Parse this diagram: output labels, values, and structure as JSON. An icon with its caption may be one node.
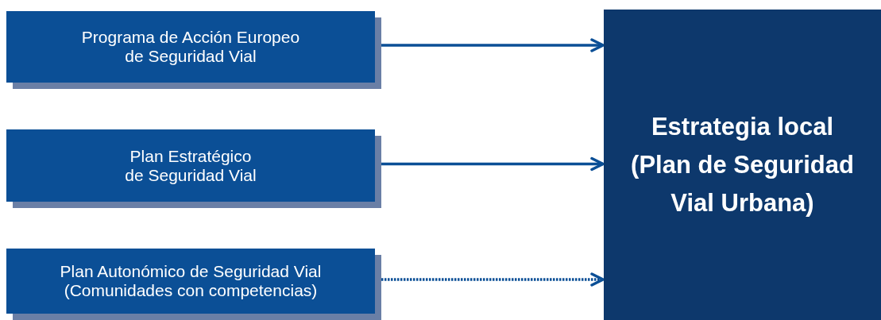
{
  "diagram": {
    "nodes": [
      {
        "text": [
          "Programa de Acción Europeo de Seguridad Vial"
        ]
      },
      {
        "text": [
          "Plan Estratégico de Seguridad Vial"
        ]
      },
      {
        "text": [
          "Plan Autonómico de Seguridad Vial (Comunidades con competencias)"
        ]
      },
      {
        "text": [
          "Estrategia local (Plan de Seguridad Vial Urbana)"
        ]
      }
    ],
    "edges": [
      {
        "from": 0,
        "to": 3,
        "arrow": "to"
      },
      {
        "from": 1,
        "to": 3,
        "arrow": "to"
      },
      {
        "from": 2,
        "to": 3,
        "arrow": "to",
        "style": "dashed"
      }
    ]
  }
}
